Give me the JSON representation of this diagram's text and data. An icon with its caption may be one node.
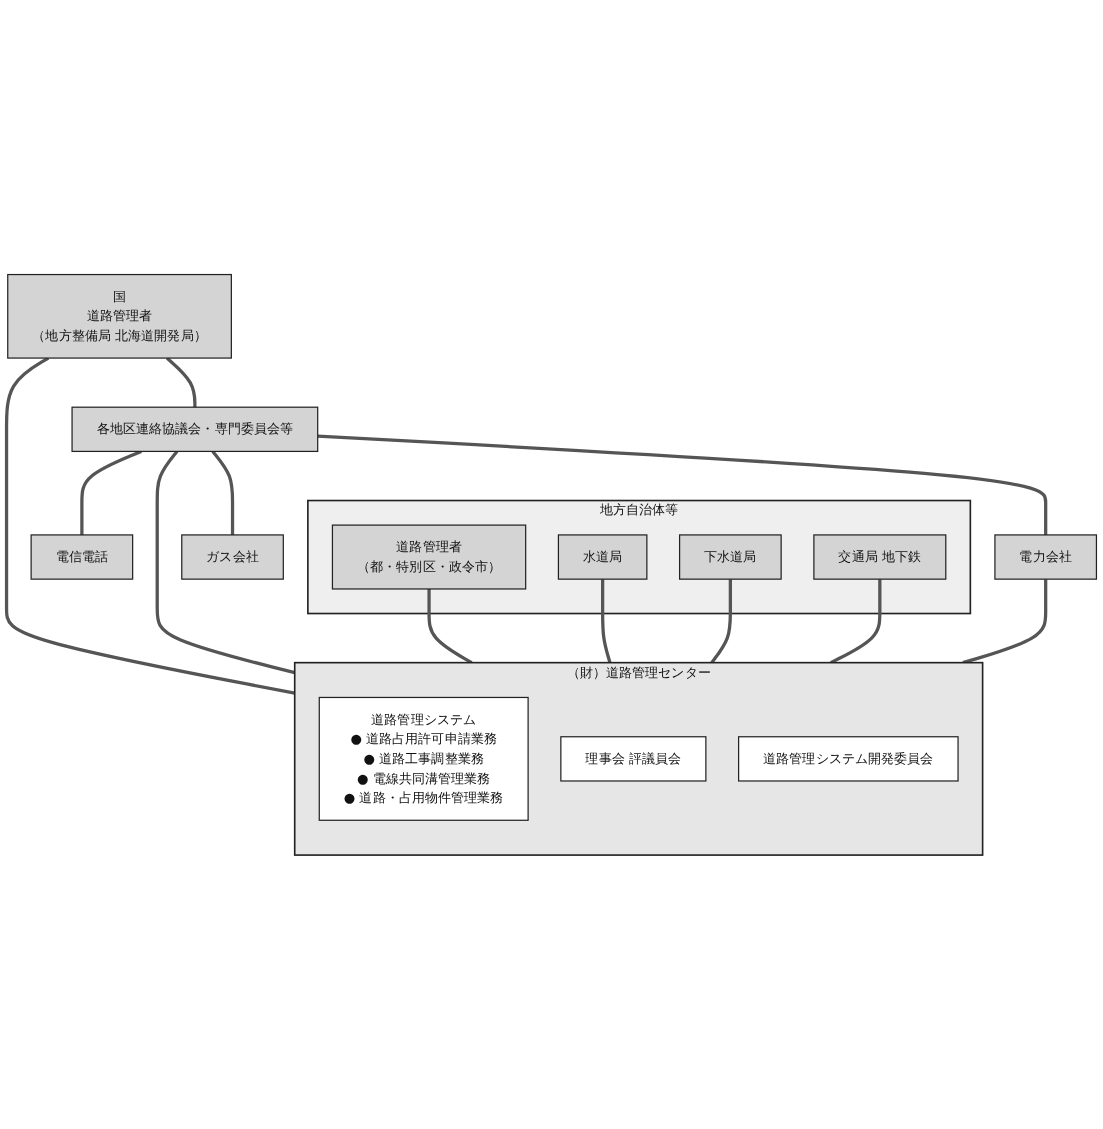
{
  "diagram": {
    "nodes": [
      {
        "text": [
          "国",
          "道路管理者",
          "（地方整備局 北海道開発局）"
        ]
      },
      {
        "text": [
          "各地区連絡協議会・専門委員会等"
        ]
      },
      {
        "text": [
          "地方自治体等"
        ]
      },
      {
        "text": [
          "道路管理者",
          "（都・特別区・政令市）"
        ],
        "in": 2
      },
      {
        "text": [
          "水道局"
        ],
        "in": 2
      },
      {
        "text": [
          "下水道局"
        ],
        "in": 2
      },
      {
        "text": [
          "交通局 地下鉄"
        ],
        "in": 2
      },
      {
        "text": [
          "（財）道路管理センター"
        ]
      },
      {
        "text": [
          "道路管理システム",
          "● 道路占用許可申請業務",
          "● 道路工事調整業務",
          "● 電線共同溝管理業務",
          "● 道路・占用物件管理業務"
        ],
        "in": 7
      },
      {
        "text": [
          "理事会 評議員会"
        ],
        "in": 7
      },
      {
        "text": [
          "道路管理システム開発委員会"
        ],
        "in": 7
      },
      {
        "text": [
          "電信電話"
        ]
      },
      {
        "text": [
          "電力会社"
        ]
      },
      {
        "text": [
          "ガス会社"
        ]
      }
    ],
    "edges": [
      {
        "from": 0,
        "to": 1,
        "arrow": "none"
      },
      {
        "from": 0,
        "to": 7,
        "arrow": "none"
      },
      {
        "from": 1,
        "to": 7,
        "arrow": "none"
      },
      {
        "from": 3,
        "to": 7,
        "arrow": "none"
      },
      {
        "from": 4,
        "to": 7,
        "arrow": "none"
      },
      {
        "from": 5,
        "to": 7,
        "arrow": "none"
      },
      {
        "from": 6,
        "to": 7,
        "arrow": "none"
      },
      {
        "from": 1,
        "to": 11,
        "arrow": "none"
      },
      {
        "from": 1,
        "to": 12,
        "arrow": "none"
      },
      {
        "from": 1,
        "to": 13,
        "arrow": "none"
      },
      {
        "from": 12,
        "to": 7,
        "arrow": "none"
      }
    ]
  }
}
